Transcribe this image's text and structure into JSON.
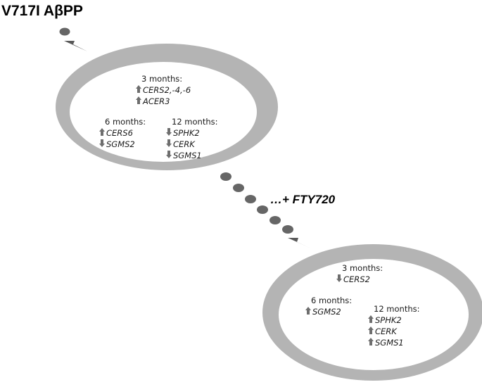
{
  "title": "V717I AβPP",
  "treatment": "…+ FTY720",
  "colors": {
    "ring": "#b4b4b4",
    "dots": "#666666",
    "arrow": "#595959",
    "gene_arrow": "#6e6e6e",
    "text": "#1a1a1a"
  },
  "top_cell": {
    "groups": [
      {
        "header": "3 months:",
        "genes": [
          {
            "name": "CERS2,-4,-6",
            "direction": "up"
          },
          {
            "name": "ACER3",
            "direction": "up"
          }
        ]
      },
      {
        "header": "6 months:",
        "genes": [
          {
            "name": "CERS6",
            "direction": "up"
          },
          {
            "name": "SGMS2",
            "direction": "down"
          }
        ]
      },
      {
        "header": "12 months:",
        "genes": [
          {
            "name": "SPHK2",
            "direction": "down"
          },
          {
            "name": "CERK",
            "direction": "down"
          },
          {
            "name": "SGMS1",
            "direction": "down"
          }
        ]
      }
    ]
  },
  "bottom_cell": {
    "groups": [
      {
        "header": "3 months:",
        "genes": [
          {
            "name": "CERS2",
            "direction": "down"
          }
        ]
      },
      {
        "header": "6 months:",
        "genes": [
          {
            "name": "SGMS2",
            "direction": "up"
          }
        ]
      },
      {
        "header": "12 months:",
        "genes": [
          {
            "name": "SPHK2",
            "direction": "up"
          },
          {
            "name": "CERK",
            "direction": "up"
          },
          {
            "name": "SGMS1",
            "direction": "up"
          }
        ]
      }
    ]
  }
}
